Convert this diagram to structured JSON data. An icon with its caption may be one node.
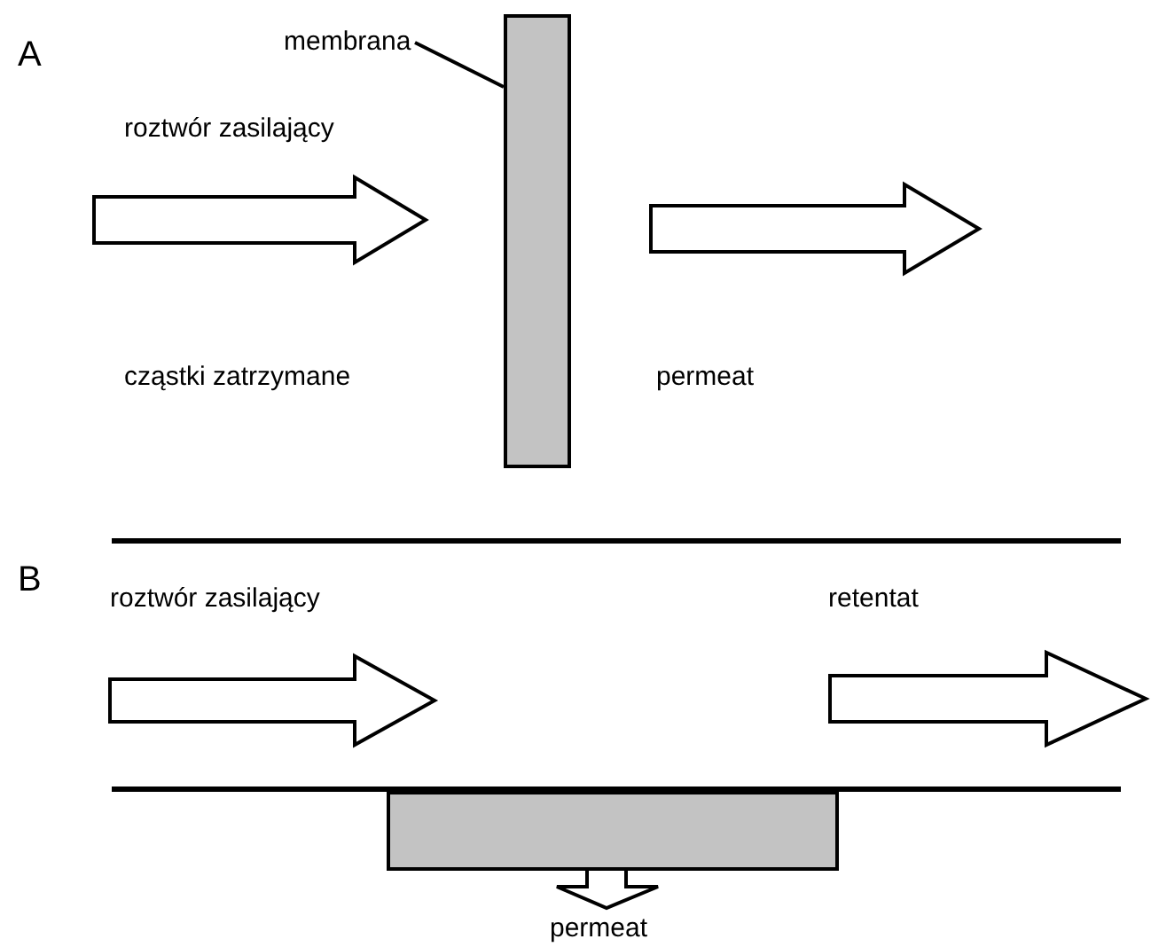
{
  "diagram": {
    "nodes": [
      {
        "text": [
          "membrana"
        ]
      },
      {
        "text": [],
        "shape": "bar"
      },
      {
        "text": [],
        "shape": "bar"
      }
    ],
    "edges": [
      {
        "from": 0,
        "to": 1,
        "arrow": "none"
      }
    ],
    "labels": [
      "A",
      "roztwór zasilający",
      "cząstki zatrzymane",
      "permeat",
      "B",
      "roztwór zasilający",
      "retentat",
      "permeat"
    ]
  }
}
